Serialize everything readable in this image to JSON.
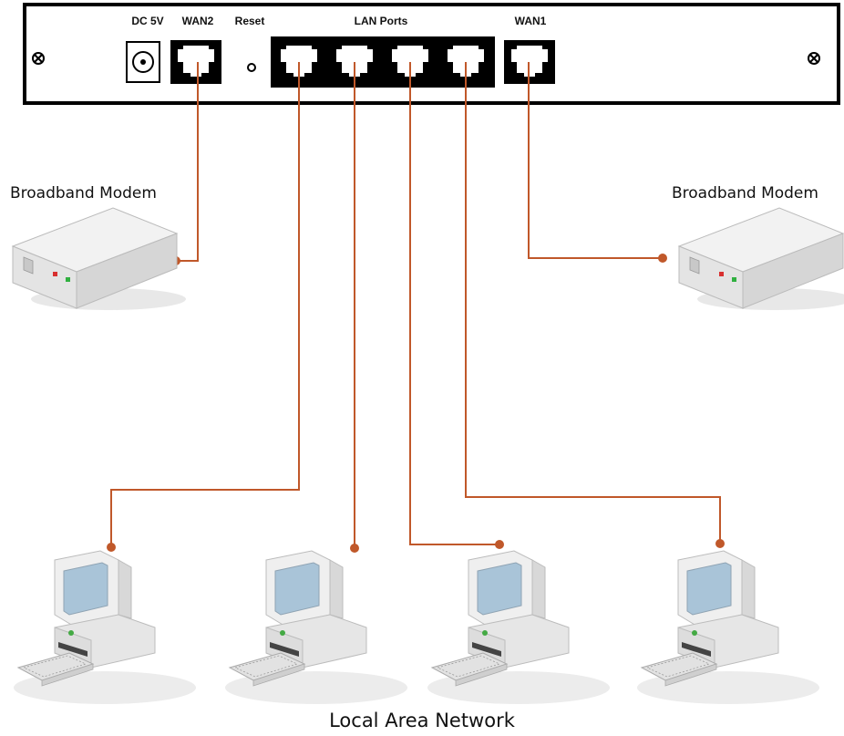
{
  "router": {
    "labels": {
      "dc": "DC 5V",
      "wan2": "WAN2",
      "reset": "Reset",
      "lan": "LAN Ports",
      "wan1": "WAN1"
    }
  },
  "modems": {
    "left_label": "Broadband Modem",
    "right_label": "Broadband Modem"
  },
  "lan_caption": "Local Area Network",
  "colors": {
    "cable": "#c0582a",
    "router_border": "#000000",
    "text": "#111111"
  },
  "icons": [
    "screw-icon",
    "dc-jack-icon",
    "rj45-port-icon",
    "reset-hole-icon",
    "modem-icon",
    "desktop-computer-icon",
    "keyboard-icon"
  ]
}
